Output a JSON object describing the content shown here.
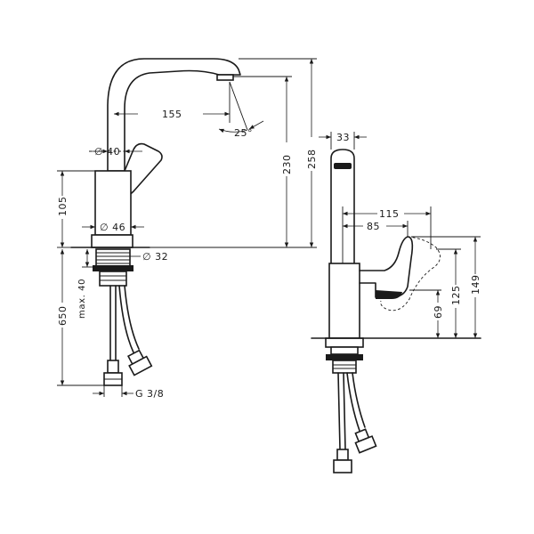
{
  "dimensions": {
    "spout_reach": "155",
    "spout_angle": "25°",
    "spout_height": "230",
    "total_height": "258",
    "diameter_top": "∅ 40",
    "diameter_body": "∅ 46",
    "diameter_hole": "∅ 32",
    "body_height": "105",
    "hose_length": "650",
    "max_thickness": "max. 40",
    "connection": "G 3/8",
    "side_width": "33",
    "handle_reach": "115",
    "handle_offset": "85",
    "handle_h1": "69",
    "handle_h2": "125",
    "handle_h3": "149"
  },
  "colors": {
    "line": "#1a1a1a",
    "background": "#ffffff"
  }
}
